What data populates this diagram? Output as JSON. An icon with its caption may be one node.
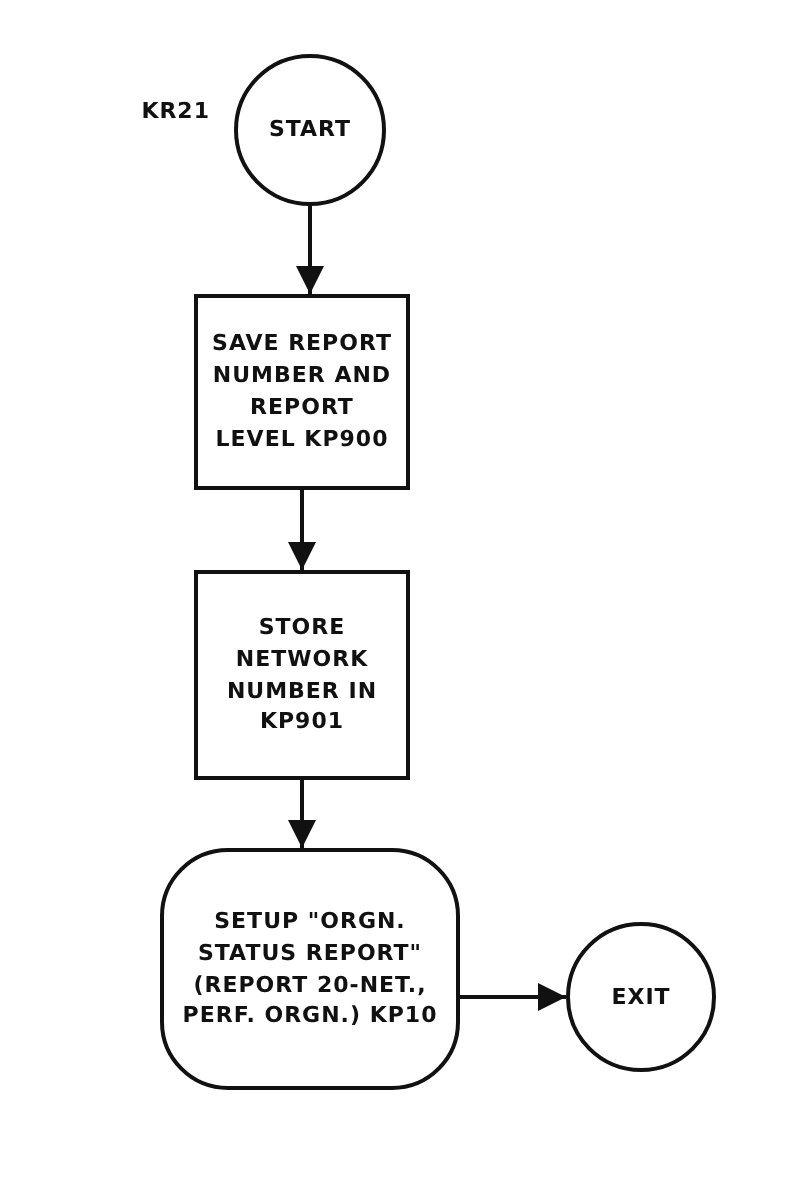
{
  "diagram": {
    "nodes": [
      {
        "text": [
          "START"
        ],
        "beside": [
          "KR21"
        ]
      },
      {
        "text": [
          "SAVE REPORT NUMBER AND REPORT LEVEL KP900"
        ]
      },
      {
        "text": [
          "STORE NETWORK NUMBER IN KP901"
        ]
      },
      {
        "text": [
          "SETUP \"ORGN. STATUS REPORT\" (REPORT 20-NET., PERF. ORGN.) KP10"
        ]
      },
      {
        "text": [
          "EXIT"
        ]
      }
    ],
    "edges": [
      {
        "from": 0,
        "to": 1,
        "arrow": "to"
      },
      {
        "from": 1,
        "to": 2,
        "arrow": "to"
      },
      {
        "from": 2,
        "to": 3,
        "arrow": "to"
      },
      {
        "from": 3,
        "to": 4,
        "arrow": "to"
      }
    ]
  }
}
